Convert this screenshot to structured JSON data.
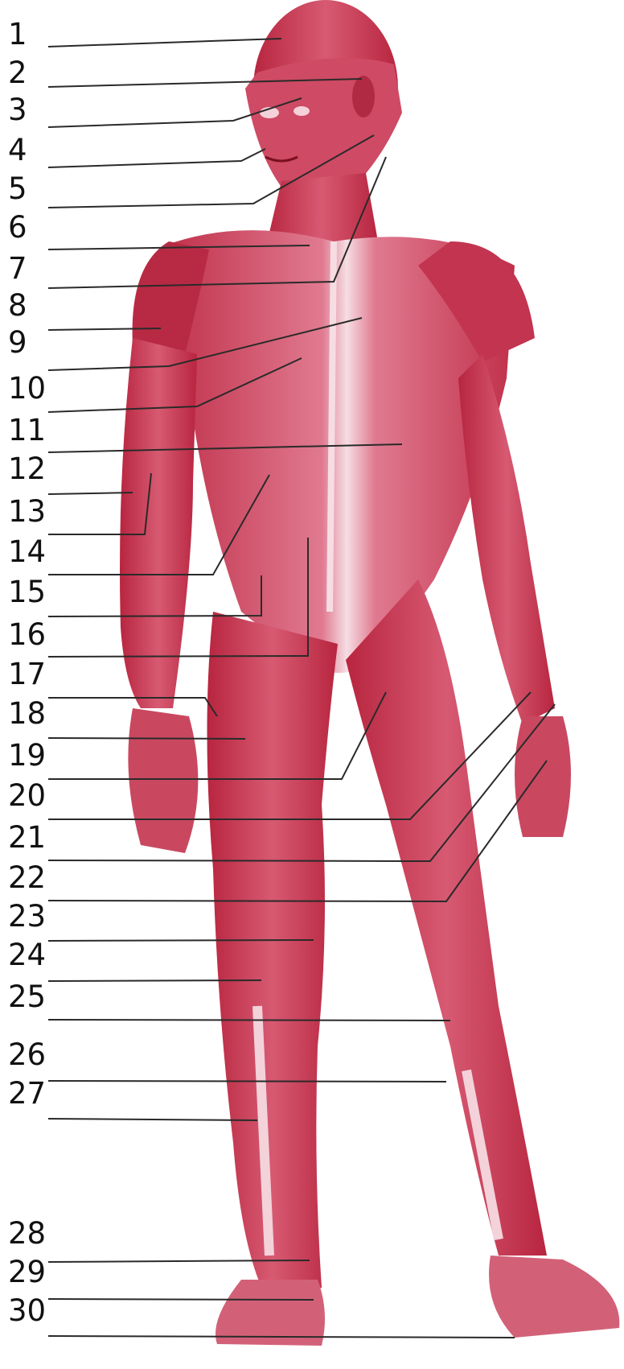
{
  "colors": {
    "muscle_dark": "#b0203a",
    "muscle_mid": "#c93a55",
    "muscle_light": "#e58a9c",
    "tendon": "#f3d2da",
    "leader_line": "#2a2a2a",
    "label_text": "#111111"
  },
  "labels": [
    "1",
    "2",
    "3",
    "4",
    "5",
    "6",
    "7",
    "8",
    "9",
    "10",
    "11",
    "12",
    "13",
    "14",
    "15",
    "16",
    "17",
    "18",
    "19",
    "20",
    "21",
    "22",
    "23",
    "24",
    "25",
    "26",
    "27",
    "28",
    "29",
    "30"
  ]
}
